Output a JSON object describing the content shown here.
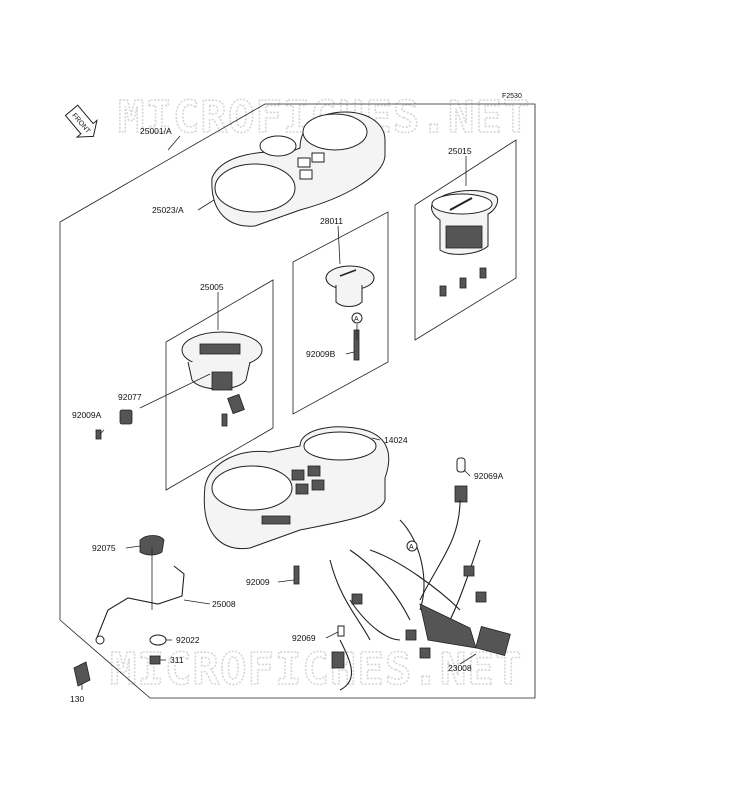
{
  "figure_code": "F2530",
  "watermark": "MICROFICHES.NET",
  "front_label": "FRONT",
  "callouts": {
    "meter_assy": "25001/A",
    "meter_cover": "25023/A",
    "tachometer": "25015",
    "indicator_lamp_unit": "28011",
    "speedometer": "25005",
    "knob": "92077",
    "screw_a": "92009A",
    "screw_b": "92009B",
    "meter_case": "14024",
    "socket_a": "92069A",
    "circle_mark_1": "A",
    "circle_mark_2": "A",
    "grommet": "92075",
    "bracket": "25008",
    "screw": "92009",
    "washer": "92022",
    "nut": "311",
    "bulb_socket": "92069",
    "harness": "23008",
    "bolt": "130"
  }
}
